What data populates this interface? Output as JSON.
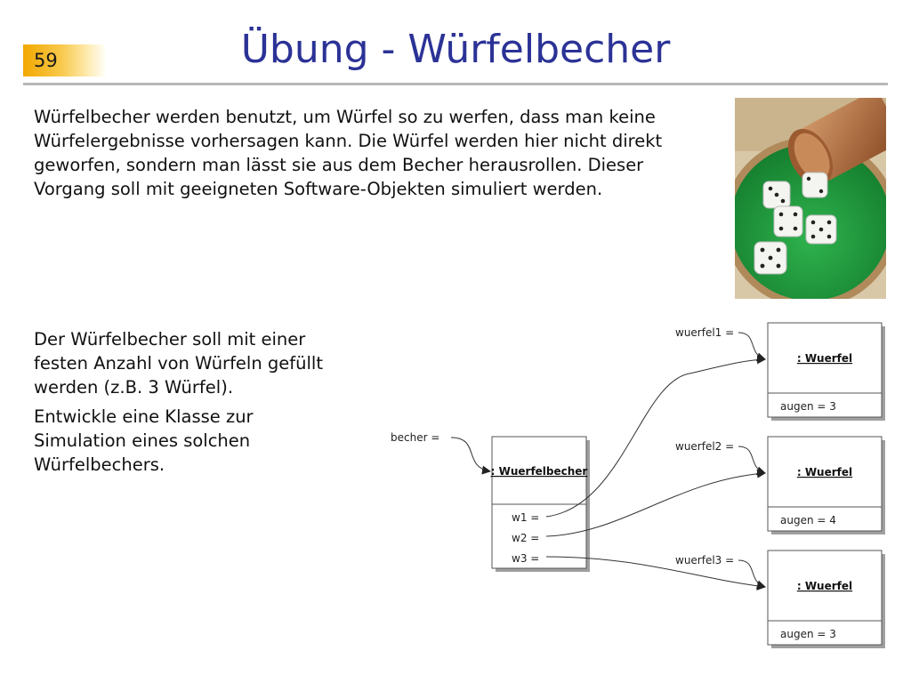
{
  "slide": {
    "page_number": "59",
    "title": "Übung - Würfelbecher",
    "intro_lines": [
      "Würfelbecher werden benutzt, um Würfel so zu werfen, dass man keine",
      "Würfelergebnisse vorhersagen kann. Die Würfel werden hier nicht direkt",
      "geworfen, sondern man lässt sie aus dem Becher herausrollen. Dieser",
      "Vorgang soll mit geeigneten Software-Objekten simuliert werden."
    ],
    "task_lines_1": [
      "Der Würfelbecher soll mit einer",
      "festen Anzahl von Würfeln gefüllt",
      "werden (z.B. 3 Würfel)."
    ],
    "task_lines_2": [
      "Entwickle eine Klasse zur",
      "Simulation eines solchen",
      "Würfelbechers."
    ]
  },
  "colors": {
    "title": "#2b3296",
    "felt": "#1f9a3c",
    "cup": "#b46a3a"
  },
  "diagram": {
    "becher_label": "becher  =",
    "becher_object": {
      "name": ": Wuerfelbecher",
      "attributes": [
        "w1   =",
        "w2   =",
        "w3   ="
      ]
    },
    "wuerfel": [
      {
        "ref_label": "wuerfel1  =",
        "name": ": Wuerfel",
        "attribute": "augen  =  3"
      },
      {
        "ref_label": "wuerfel2  =",
        "name": ": Wuerfel",
        "attribute": "augen  =  4"
      },
      {
        "ref_label": "wuerfel3  =",
        "name": ": Wuerfel",
        "attribute": "augen  =  3"
      }
    ]
  }
}
